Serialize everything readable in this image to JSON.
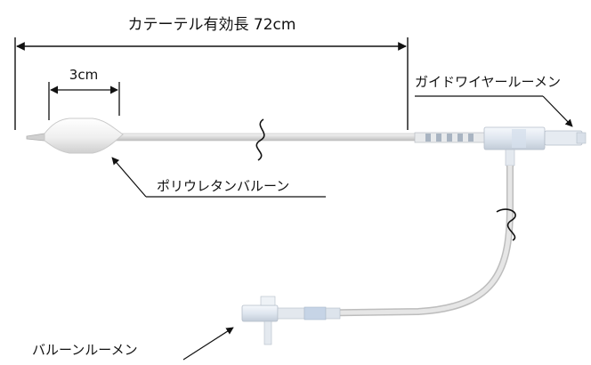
{
  "labels": {
    "effective_length": "カテーテル有効長 72cm",
    "balloon_length": "3cm",
    "guidewire_lumen": "ガイドワイヤールーメン",
    "balloon": "ポリウレタンバルーン",
    "balloon_lumen": "バルーンルーメン"
  },
  "colors": {
    "line": "#111111",
    "catheter": "#e2e2e2",
    "catheter_edge": "#b9b9b9",
    "balloon": "#f2f2f2",
    "hub_blue": "#c6d4e6"
  }
}
